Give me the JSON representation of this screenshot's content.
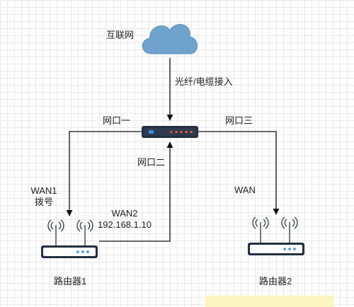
{
  "nodes": {
    "internet": {
      "label": "互联网"
    },
    "router1": {
      "label": "路由器1"
    },
    "router2": {
      "label": "路由器2"
    }
  },
  "edges": {
    "uplink": {
      "label": "光纤/电缆接入"
    },
    "port1": {
      "label": "网口一"
    },
    "port2": {
      "label": "网口二"
    },
    "port3": {
      "label": "网口三"
    },
    "router1_wan1": {
      "line1": "WAN1",
      "line2": "拨号"
    },
    "router1_wan2": {
      "line1": "WAN2",
      "line2": "192.168.1.10"
    },
    "router2_wan": {
      "label": "WAN"
    }
  },
  "colors": {
    "cloud": "#6fa2cc",
    "device_body": "#243040",
    "device_led": "#3d8ee0",
    "device_port": "#e8633a",
    "line": "#111111",
    "wifi": "#2f3a48"
  }
}
